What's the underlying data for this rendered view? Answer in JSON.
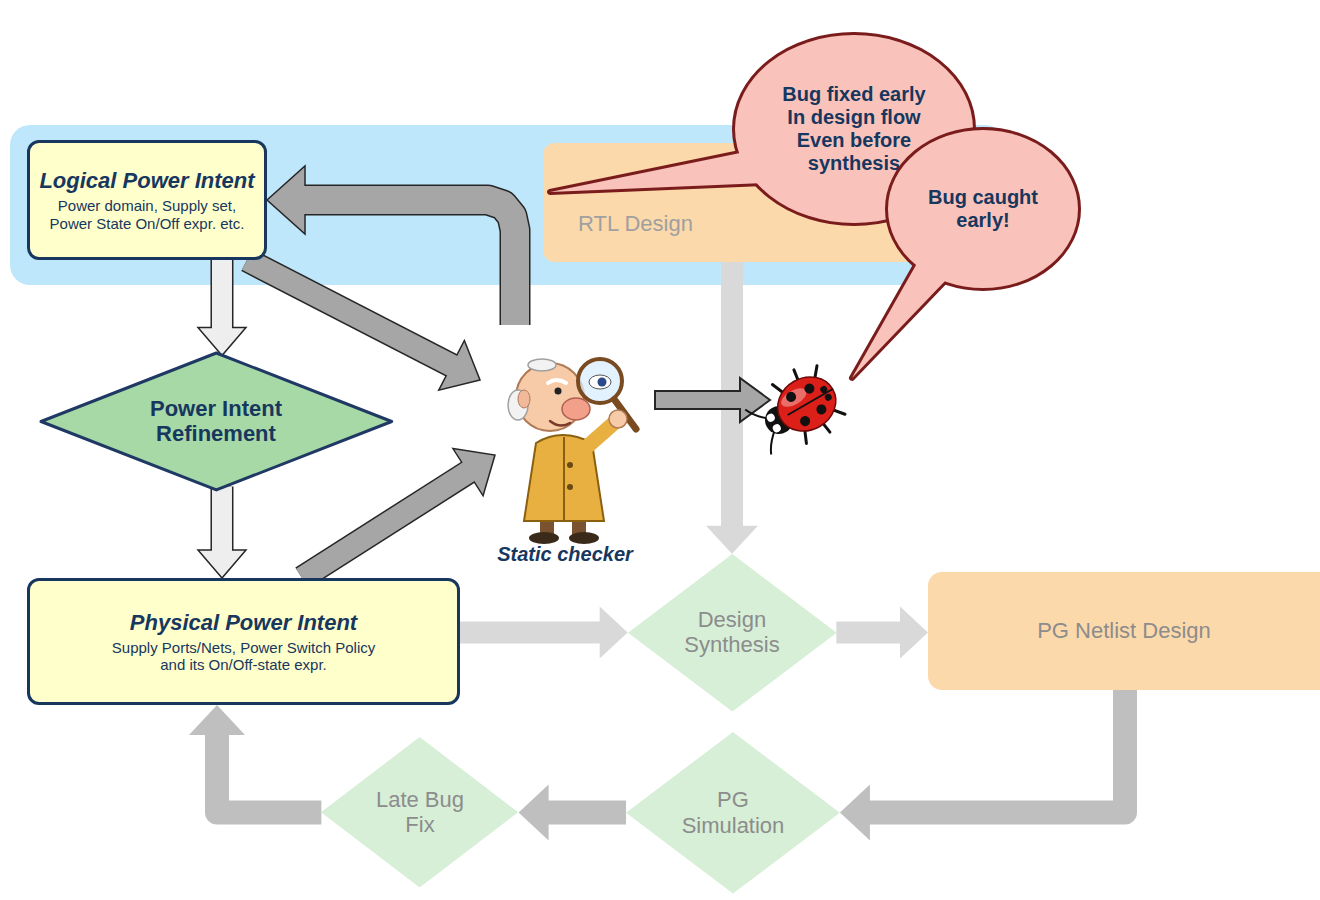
{
  "diagram": {
    "nodes": [
      {
        "text": [
          "Logical Power Intent",
          "Power domain, Supply set, Power State On/Off expr. etc."
        ]
      },
      {
        "text": [
          "Bug fixed early In design flow Even before synthesis"
        ]
      },
      {
        "text": [
          "RTL Design"
        ]
      },
      {
        "text": [
          "Bug caught early!"
        ]
      },
      {
        "text": [
          "Power Intent Refinement"
        ]
      },
      {
        "text": [
          "Static checker"
        ]
      },
      {
        "text": [
          "Physical Power Intent",
          "Supply Ports/Nets, Power Switch Policy and its On/Off-state expr."
        ]
      },
      {
        "text": [
          "Design Synthesis"
        ]
      },
      {
        "text": [
          "PG Netlist Design"
        ]
      },
      {
        "text": [
          "Late Bug Fix"
        ]
      },
      {
        "text": [
          "PG Simulation"
        ]
      }
    ],
    "edges": [
      {
        "from": 0,
        "to": 4,
        "arrow": "to"
      },
      {
        "from": 4,
        "to": 6,
        "arrow": "to"
      },
      {
        "from": 0,
        "to": 5,
        "arrow": "to"
      },
      {
        "from": 6,
        "to": 5,
        "arrow": "to"
      },
      {
        "from": 5,
        "to": 0,
        "arrow": "to"
      },
      {
        "from": 2,
        "to": 7,
        "arrow": "to"
      },
      {
        "from": 6,
        "to": 7,
        "arrow": "to"
      },
      {
        "from": 7,
        "to": 8,
        "arrow": "to"
      },
      {
        "from": 8,
        "to": 10,
        "arrow": "to"
      },
      {
        "from": 10,
        "to": 9,
        "arrow": "to"
      },
      {
        "from": 9,
        "to": 6,
        "arrow": "to"
      }
    ]
  }
}
